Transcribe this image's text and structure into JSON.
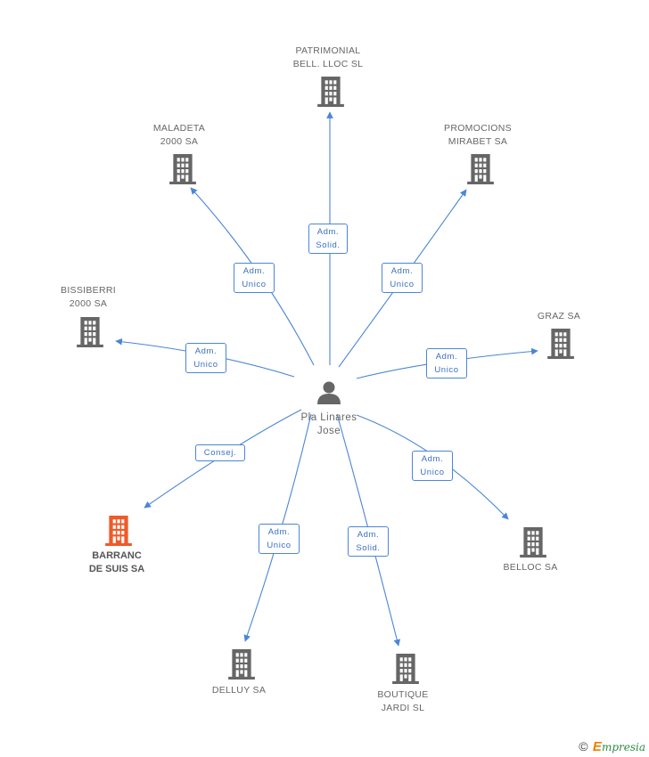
{
  "diagram": {
    "center": {
      "name": "Pla Linares\nJose",
      "icon": "person-icon"
    },
    "colors": {
      "edge": "#4a86d6",
      "building": "#666666",
      "highlight_building": "#f05a28",
      "person": "#666666"
    },
    "nodes": [
      {
        "id": "patrimonial",
        "label": "PATRIMONIAL\nBELL. LLOC SL",
        "relation": "Adm.\nSolid.",
        "highlight": false
      },
      {
        "id": "maladeta",
        "label": "MALADETA\n2000 SA",
        "relation": "Adm.\nUnico",
        "highlight": false
      },
      {
        "id": "promocions",
        "label": "PROMOCIONS\nMIRABET SA",
        "relation": "Adm.\nUnico",
        "highlight": false
      },
      {
        "id": "bissiberri",
        "label": "BISSIBERRI\n2000 SA",
        "relation": "Adm.\nUnico",
        "highlight": false
      },
      {
        "id": "graz",
        "label": "GRAZ SA",
        "relation": "Adm.\nUnico",
        "highlight": false
      },
      {
        "id": "barranc",
        "label": "BARRANC\nDE SUIS SA",
        "relation": "Consej.",
        "highlight": true
      },
      {
        "id": "belloc",
        "label": "BELLOC SA",
        "relation": "Adm.\nUnico",
        "highlight": false
      },
      {
        "id": "delluy",
        "label": "DELLUY SA",
        "relation": "Adm.\nUnico",
        "highlight": false
      },
      {
        "id": "boutique",
        "label": "BOUTIQUE\nJARDI SL",
        "relation": "Adm.\nSolid.",
        "highlight": false
      }
    ]
  },
  "footer": {
    "copyright_symbol": "©",
    "brand_initial": "E",
    "brand_rest": "mpresia"
  }
}
